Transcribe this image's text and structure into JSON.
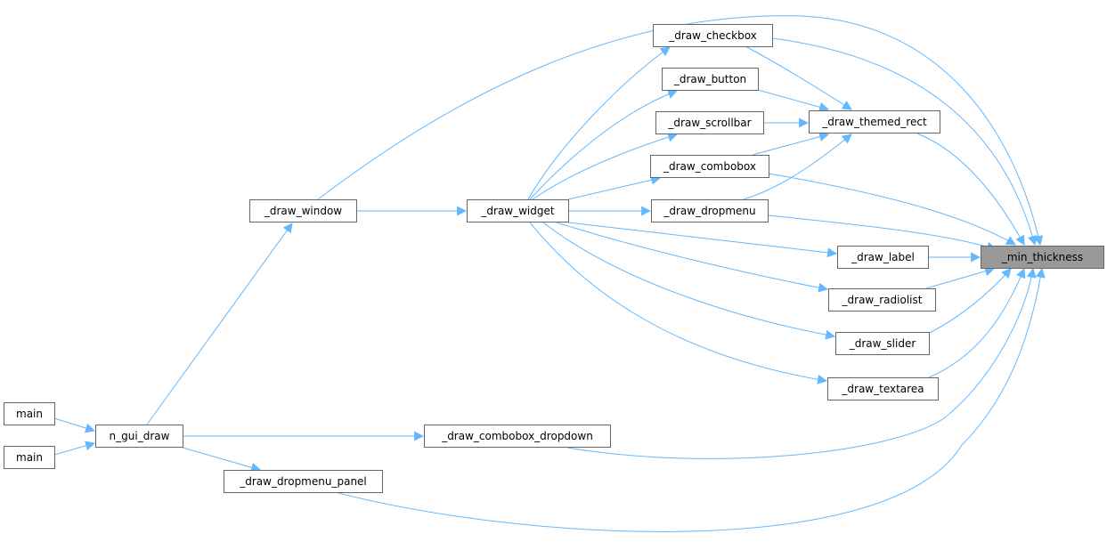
{
  "colors": {
    "edge": "#63b8ff",
    "node_border": "#666666",
    "highlight_fill": "#999999"
  },
  "nodes": {
    "main1": "main",
    "main2": "main",
    "n_gui_draw": "n_gui_draw",
    "draw_window": "_draw_window",
    "draw_widget": "_draw_widget",
    "draw_combobox_dropdown": "_draw_combobox_dropdown",
    "draw_dropmenu_panel": "_draw_dropmenu_panel",
    "draw_checkbox": "_draw_checkbox",
    "draw_button": "_draw_button",
    "draw_scrollbar": "_draw_scrollbar",
    "draw_combobox": "_draw_combobox",
    "draw_dropmenu": "_draw_dropmenu",
    "draw_themed_rect": "_draw_themed_rect",
    "draw_label": "_draw_label",
    "draw_radiolist": "_draw_radiolist",
    "draw_slider": "_draw_slider",
    "draw_textarea": "_draw_textarea",
    "min_thickness": "_min_thickness"
  },
  "edges": [
    [
      "main1",
      "n_gui_draw"
    ],
    [
      "main2",
      "n_gui_draw"
    ],
    [
      "n_gui_draw",
      "draw_window"
    ],
    [
      "n_gui_draw",
      "draw_combobox_dropdown"
    ],
    [
      "n_gui_draw",
      "draw_dropmenu_panel"
    ],
    [
      "draw_window",
      "draw_widget"
    ],
    [
      "draw_window",
      "min_thickness"
    ],
    [
      "draw_widget",
      "draw_checkbox"
    ],
    [
      "draw_widget",
      "draw_button"
    ],
    [
      "draw_widget",
      "draw_scrollbar"
    ],
    [
      "draw_widget",
      "draw_combobox"
    ],
    [
      "draw_widget",
      "draw_dropmenu"
    ],
    [
      "draw_widget",
      "draw_label"
    ],
    [
      "draw_widget",
      "draw_radiolist"
    ],
    [
      "draw_widget",
      "draw_slider"
    ],
    [
      "draw_widget",
      "draw_textarea"
    ],
    [
      "draw_checkbox",
      "draw_themed_rect"
    ],
    [
      "draw_button",
      "draw_themed_rect"
    ],
    [
      "draw_scrollbar",
      "draw_themed_rect"
    ],
    [
      "draw_combobox",
      "draw_themed_rect"
    ],
    [
      "draw_dropmenu",
      "draw_themed_rect"
    ],
    [
      "draw_checkbox",
      "min_thickness"
    ],
    [
      "draw_themed_rect",
      "min_thickness"
    ],
    [
      "draw_combobox",
      "min_thickness"
    ],
    [
      "draw_dropmenu",
      "min_thickness"
    ],
    [
      "draw_label",
      "min_thickness"
    ],
    [
      "draw_radiolist",
      "min_thickness"
    ],
    [
      "draw_slider",
      "min_thickness"
    ],
    [
      "draw_textarea",
      "min_thickness"
    ],
    [
      "draw_combobox_dropdown",
      "min_thickness"
    ],
    [
      "draw_dropmenu_panel",
      "min_thickness"
    ]
  ]
}
